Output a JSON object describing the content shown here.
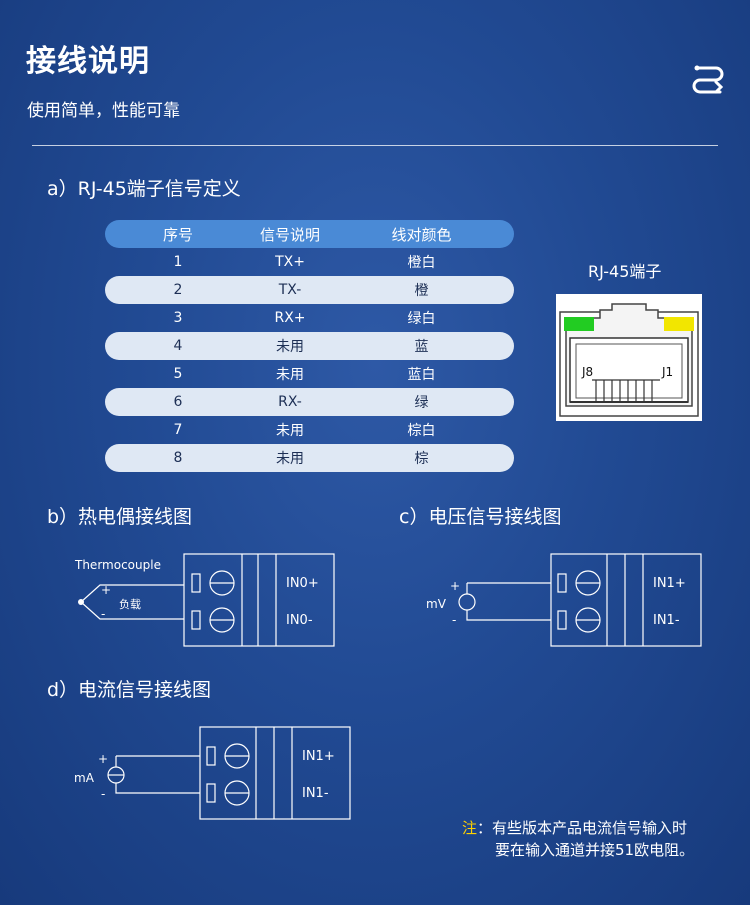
{
  "header": {
    "title": "接线说明",
    "subtitle": "使用简单，性能可靠"
  },
  "sections": {
    "a": "a）RJ-45端子信号定义",
    "b": "b）热电偶接线图",
    "c": "c）电压信号接线图",
    "d": "d）电流信号接线图"
  },
  "pin_table": {
    "headers": [
      "序号",
      "信号说明",
      "线对颜色"
    ],
    "rows": [
      [
        "1",
        "TX+",
        "橙白"
      ],
      [
        "2",
        "TX-",
        "橙"
      ],
      [
        "3",
        "RX+",
        "绿白"
      ],
      [
        "4",
        "未用",
        "蓝"
      ],
      [
        "5",
        "未用",
        "蓝白"
      ],
      [
        "6",
        "RX-",
        "绿"
      ],
      [
        "7",
        "未用",
        "棕白"
      ],
      [
        "8",
        "未用",
        "棕"
      ]
    ]
  },
  "rj45": {
    "label": "RJ-45端子",
    "pin_left": "J8",
    "pin_right": "J1",
    "led_left_color": "#22cc22",
    "led_right_color": "#f2e600"
  },
  "thermocouple": {
    "sensor_label": "Thermocouple",
    "plus": "+",
    "minus": "-",
    "neg_label": "负载",
    "terminal_top": "IN0+",
    "terminal_bottom": "IN0-"
  },
  "voltage": {
    "source_label": "mV",
    "plus": "+",
    "minus": "-",
    "terminal_top": "IN1+",
    "terminal_bottom": "IN1-"
  },
  "current": {
    "source_label": "mA",
    "plus": "+",
    "minus": "-",
    "terminal_top": "IN1+",
    "terminal_bottom": "IN1-"
  },
  "note": {
    "prefix": "注",
    "line1": "：有些版本产品电流信号输入时",
    "line2": "要在输入通道并接51欧电阻。"
  },
  "colors": {
    "table_header": "#4a8ad6",
    "table_row_shaded": "#dfe8f4",
    "note_prefix": "#ffd200"
  }
}
